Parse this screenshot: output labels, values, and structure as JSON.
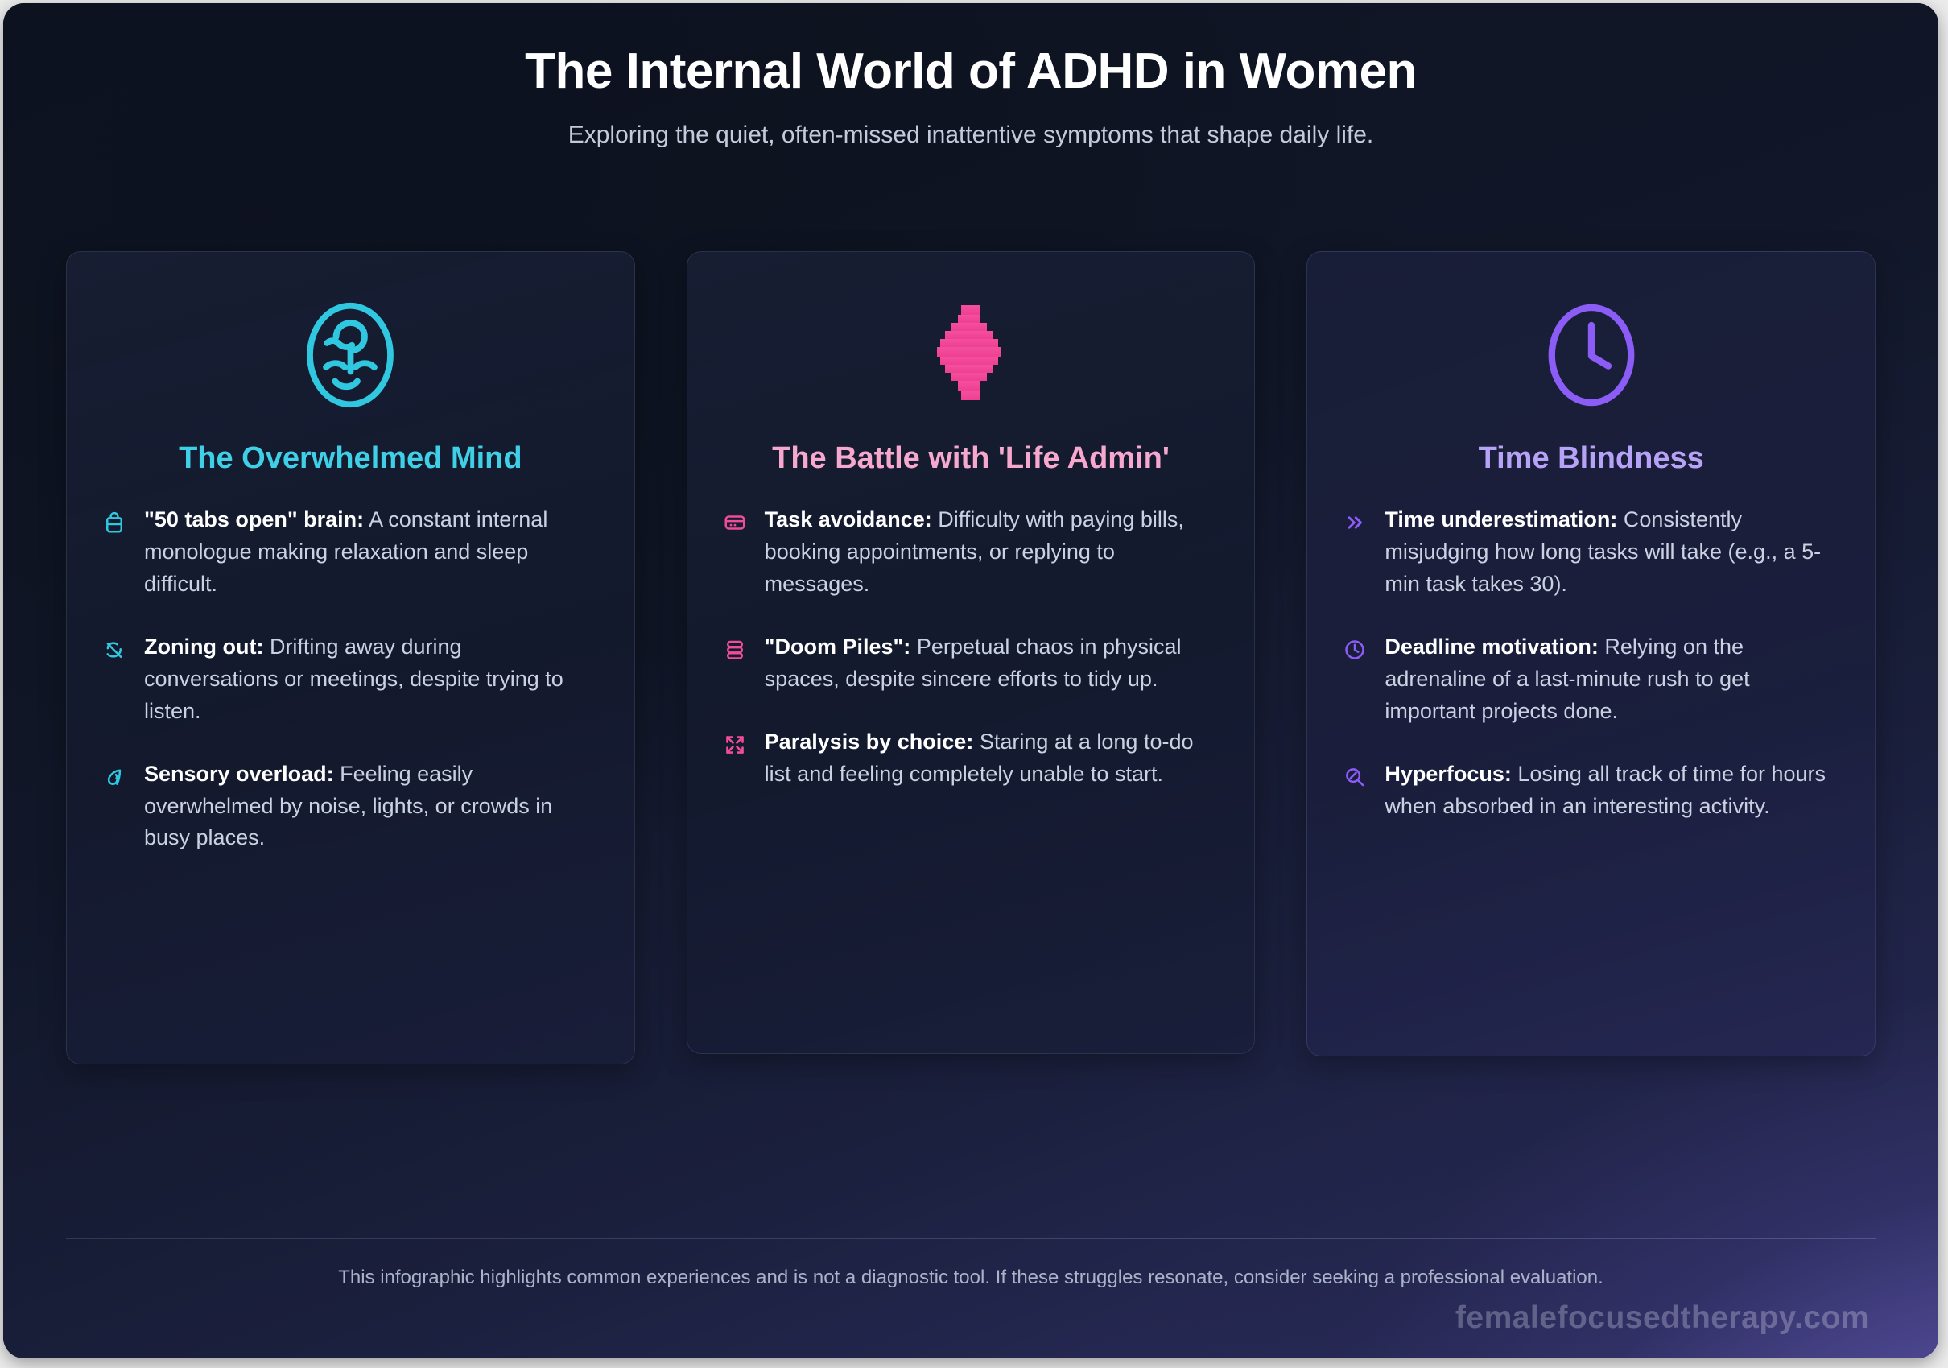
{
  "header": {
    "title": "The Internal World of ADHD in Women",
    "subtitle": "Exploring the quiet, often-missed inattentive symptoms that shape daily life."
  },
  "colors": {
    "accent_cyan": "#3fd0e8",
    "accent_pink": "#f7a8cf",
    "icon_pink": "#f0509c",
    "accent_purple": "#b6a3f7",
    "icon_purple": "#8b5cf6",
    "page_bg_dark": "#101627",
    "page_bg_purple": "#4e4a8a",
    "body_text": "#c9d2e2",
    "heading_text": "#ffffff"
  },
  "cards": [
    {
      "id": "overwhelmed-mind",
      "icon": "brain-head-icon",
      "title": "The Overwhelmed Mind",
      "items": [
        {
          "icon": "layers-bag-icon",
          "term": "\"50 tabs open\" brain:",
          "desc": " A constant internal monologue making relaxation and sleep difficult."
        },
        {
          "icon": "slash-circle-icon",
          "term": "Zoning out:",
          "desc": " Drifting away during conversations or meetings, despite trying to listen."
        },
        {
          "icon": "ear-soundwave-icon",
          "term": "Sensory overload:",
          "desc": " Feeling easily overwhelmed by noise, lights, or crowds in busy places."
        }
      ]
    },
    {
      "id": "life-admin",
      "icon": "paper-pile-icon",
      "title": "The Battle with 'Life Admin'",
      "items": [
        {
          "icon": "credit-card-icon",
          "term": "Task avoidance:",
          "desc": " Difficulty with paying bills, booking appointments, or replying to messages."
        },
        {
          "icon": "stacked-layers-icon",
          "term": "\"Doom Piles\":",
          "desc": " Perpetual chaos in physical spaces, despite sincere efforts to tidy up."
        },
        {
          "icon": "expand-arrows-icon",
          "term": "Paralysis by choice:",
          "desc": " Staring at a long to-do list and feeling completely unable to start."
        }
      ]
    },
    {
      "id": "time-blindness",
      "icon": "clock-icon",
      "title": "Time Blindness",
      "items": [
        {
          "icon": "double-chevron-right-icon",
          "term": "Time underestimation:",
          "desc": " Consistently misjudging how long tasks will take (e.g., a 5-min task takes 30)."
        },
        {
          "icon": "clock-small-icon",
          "term": "Deadline motivation:",
          "desc": " Relying on the adrenaline of a last-minute rush to get important projects done."
        },
        {
          "icon": "search-slash-icon",
          "term": "Hyperfocus:",
          "desc": " Losing all track of time for hours when absorbed in an interesting activity."
        }
      ]
    }
  ],
  "footer": {
    "note": "This infographic highlights common experiences and is not a diagnostic tool. If these struggles resonate, consider seeking a professional evaluation.",
    "watermark": "femalefocusedtherapy.com"
  }
}
